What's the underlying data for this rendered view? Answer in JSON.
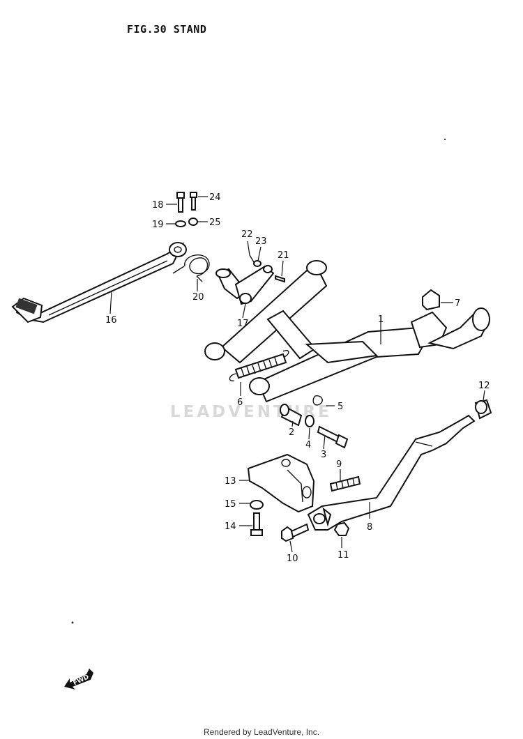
{
  "title": "FIG.30  STAND",
  "watermark": "LEADVENTURE",
  "footer": "Rendered by LeadVenture, Inc.",
  "fwd_label": "FWD",
  "callouts": {
    "c1": "1",
    "c2": "2",
    "c3": "3",
    "c4": "4",
    "c5": "5",
    "c6": "6",
    "c7": "7",
    "c8": "8",
    "c9": "9",
    "c10": "10",
    "c11": "11",
    "c12": "12",
    "c13": "13",
    "c14": "14",
    "c15": "15",
    "c16": "16",
    "c17": "17",
    "c18": "18",
    "c19": "19",
    "c20": "20",
    "c21": "21",
    "c22": "22",
    "c23": "23",
    "c24": "24",
    "c25": "25"
  }
}
